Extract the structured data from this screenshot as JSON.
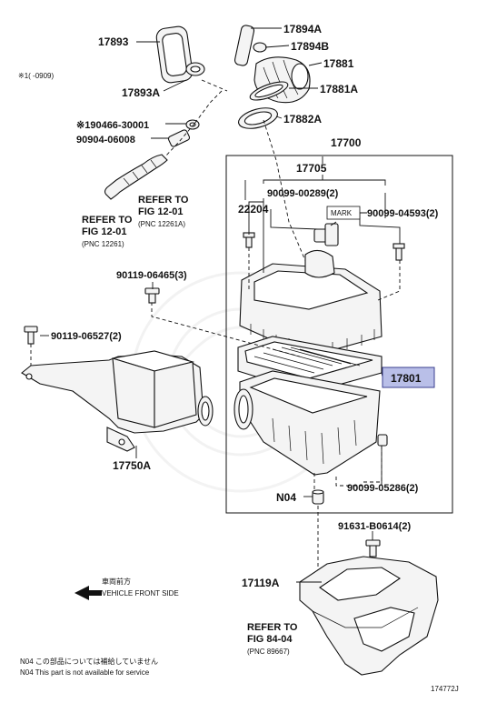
{
  "labels": {
    "p17893": "17893",
    "p17893a": "17893A",
    "p17894a": "17894A",
    "p17894b": "17894B",
    "p17881": "17881",
    "p17881a": "17881A",
    "p17882a": "17882A",
    "note_mark": "※1(    -0909)",
    "p190466": "※190466-30001",
    "p90904": "90904-06008",
    "p17700": "17700",
    "p17705": "17705",
    "p90099_0289": "90099-00289(2)",
    "p22204": "22204",
    "mark": "MARK",
    "p90099_4593": "90099-04593(2)",
    "p90119_6465": "90119-06465(3)",
    "p90119_6527": "90119-06527(2)",
    "p17801": "17801",
    "p17750a": "17750A",
    "p90099_5286": "90099-05286(2)",
    "n04": "N04",
    "p91631": "91631-B0614(2)",
    "p17119a": "17119A"
  },
  "references": {
    "ref1_line1": "REFER TO",
    "ref1_line2": "FIG 12-01",
    "ref1_line3": "(PNC 12261A)",
    "ref2_line1": "REFER TO",
    "ref2_line2": "FIG 12-01",
    "ref2_line3": "(PNC 12261)",
    "ref3_line1": "REFER TO",
    "ref3_line2": "FIG 84-04",
    "ref3_line3": "(PNC 89667)"
  },
  "direction": {
    "jp": "車両前方",
    "en": "VEHICLE FRONT SIDE"
  },
  "footnotes": {
    "jp": "N04 この部品については補給していません",
    "en": "N04 This part is not available for service"
  },
  "figure_id": "174772J",
  "colors": {
    "highlight_fill": "#b9bfe8",
    "highlight_stroke": "#3a3f8f"
  }
}
